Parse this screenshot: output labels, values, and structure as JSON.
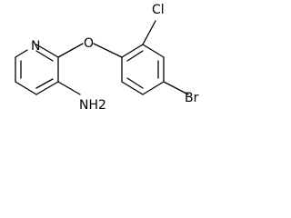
{
  "molecule": {
    "atoms": {
      "pyridine_n": "N",
      "ether_o": "O",
      "chlorine": "Cl",
      "bromine": "Br",
      "amine": "NH2"
    }
  },
  "colors": {
    "bond": "#000000",
    "label": "#000000",
    "background": "#ffffff"
  }
}
